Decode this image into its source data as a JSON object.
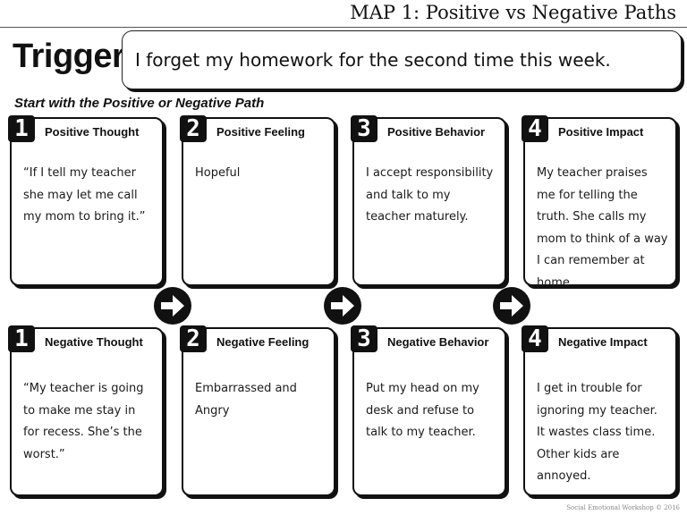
{
  "header": {
    "map_title": "MAP 1: Positive vs Negative Paths",
    "trigger_label": "Trigger",
    "trigger_text": "I forget my homework for the second time this week.",
    "instructions": "Start with the Positive or Negative Path"
  },
  "positive": [
    {
      "number": "1",
      "title": "Positive Thought",
      "body": "“If I tell my teacher she may let me call my mom to bring it.”"
    },
    {
      "number": "2",
      "title": "Positive Feeling",
      "body": "Hopeful"
    },
    {
      "number": "3",
      "title": "Positive Behavior",
      "body": "I accept responsibility and talk to my teacher maturely."
    },
    {
      "number": "4",
      "title": "Positive Impact",
      "body": "My teacher praises me for telling the truth. She calls my mom to think of a way I can remember at home."
    }
  ],
  "negative": [
    {
      "number": "1",
      "title": "Negative Thought",
      "body": "“My teacher is going to make me stay in for recess. She’s the worst.”"
    },
    {
      "number": "2",
      "title": "Negative Feeling",
      "body": "Embarrassed and Angry"
    },
    {
      "number": "3",
      "title": "Negative Behavior",
      "body": "Put my head on my desk and refuse to talk to my teacher."
    },
    {
      "number": "4",
      "title": "Negative Impact",
      "body": "I get in trouble for ignoring my teacher. It wastes class time. Other kids are annoyed."
    }
  ],
  "icons": {
    "arrow": "arrow-right-circle-icon"
  },
  "footer": {
    "copyright": "Social Emotional Workshop © 2016"
  }
}
